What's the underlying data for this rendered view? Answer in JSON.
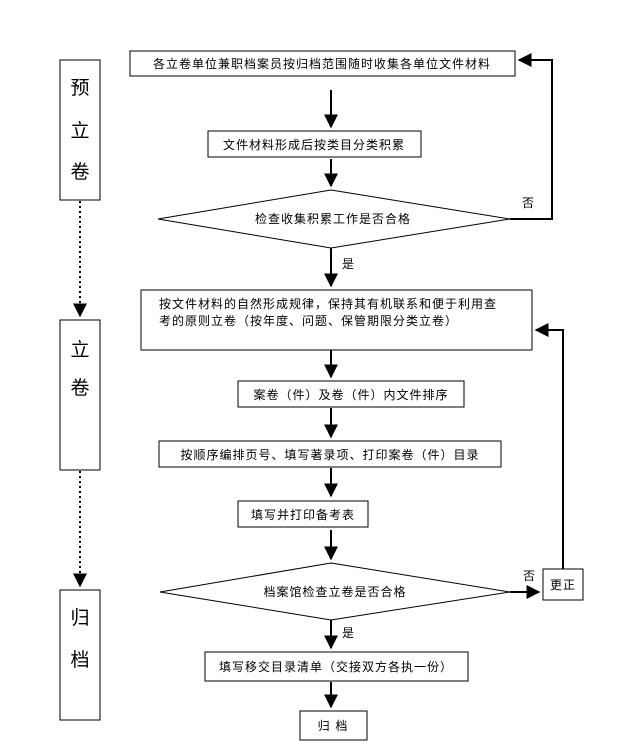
{
  "stages": [
    {
      "chars": [
        "预",
        "立",
        "卷"
      ]
    },
    {
      "chars": [
        "立",
        "卷"
      ]
    },
    {
      "chars": [
        "归",
        "档"
      ]
    }
  ],
  "steps": {
    "collect": "各立卷单位兼职档案员按归档范围随时收集各单位文件材料",
    "classify": "文件材料形成后按类目分类积累",
    "check_collect": "检查收集积累工作是否合格",
    "compose_line1": "按文件材料的自然形成规律，保持其有机联系和便于利用查",
    "compose_line2": "考的原则立卷（按年度、问题、保管期限分类立卷）",
    "sort": "案卷（件）及卷（件）内文件排序",
    "number": "按顺序编排页号、填写著录项、打印案卷（件）目录",
    "notes": "填写并打印备考表",
    "check_archive": "档案馆检查立卷是否合格",
    "correct": "更正",
    "transfer": "填写移交目录清单（交接双方各执一份）",
    "archive": "归 档"
  },
  "labels": {
    "no_1": "否",
    "yes_1": "是",
    "no_2": "否",
    "yes_2": "是"
  }
}
